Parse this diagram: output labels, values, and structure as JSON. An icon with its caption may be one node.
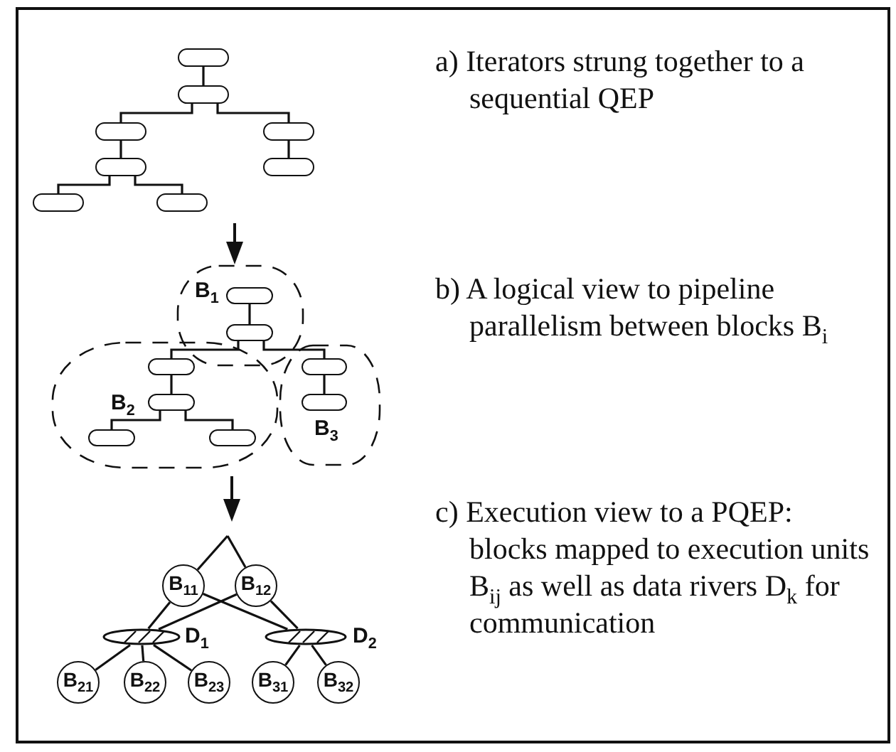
{
  "diagram": {
    "nodes": [
      {
        "text": [],
        "shape": "box"
      },
      {
        "text": [],
        "shape": "box"
      },
      {
        "text": [],
        "shape": "box"
      },
      {
        "text": [],
        "shape": "box"
      },
      {
        "text": [],
        "shape": "box"
      },
      {
        "text": [],
        "shape": "box"
      },
      {
        "text": [],
        "shape": "box"
      },
      {
        "text": [],
        "shape": "box"
      },
      {
        "text": [
          "B$_{1}$"
        ]
      },
      {
        "text": [],
        "shape": "box",
        "in": 8
      },
      {
        "text": [],
        "shape": "box",
        "in": 8
      },
      {
        "text": [
          "B$_{2}$"
        ]
      },
      {
        "text": [],
        "shape": "box",
        "in": 11
      },
      {
        "text": [],
        "shape": "box",
        "in": 11
      },
      {
        "text": [],
        "shape": "box",
        "in": 11
      },
      {
        "text": [],
        "shape": "box",
        "in": 11
      },
      {
        "text": [
          "B$_{3}$"
        ]
      },
      {
        "text": [],
        "shape": "box",
        "in": 16
      },
      {
        "text": [],
        "shape": "box",
        "in": 16
      },
      {
        "text": [
          "B$_{11}$"
        ]
      },
      {
        "text": [
          "B$_{12}$"
        ]
      },
      {
        "text": [],
        "shape": "ellipse",
        "beside": [
          "D$_{1}$"
        ]
      },
      {
        "text": [],
        "shape": "ellipse",
        "beside": [
          "D$_{2}$"
        ]
      },
      {
        "text": [
          "B$_{21}$"
        ]
      },
      {
        "text": [
          "B$_{22}$"
        ]
      },
      {
        "text": [
          "B$_{23}$"
        ]
      },
      {
        "text": [
          "B$_{31}$"
        ]
      },
      {
        "text": [
          "B$_{32}$"
        ]
      }
    ],
    "edges": [
      {
        "from": 0,
        "to": 1,
        "arrow": "none"
      },
      {
        "from": 1,
        "to": 2,
        "arrow": "none"
      },
      {
        "from": 1,
        "to": 3,
        "arrow": "none"
      },
      {
        "from": 2,
        "to": 4,
        "arrow": "none"
      },
      {
        "from": 3,
        "to": 5,
        "arrow": "none"
      },
      {
        "from": 4,
        "to": 6,
        "arrow": "none"
      },
      {
        "from": 4,
        "to": 7,
        "arrow": "none"
      },
      {
        "from": 9,
        "to": 10,
        "arrow": "none"
      },
      {
        "from": 10,
        "to": 12,
        "arrow": "none"
      },
      {
        "from": 10,
        "to": 17,
        "arrow": "none"
      },
      {
        "from": 12,
        "to": 13,
        "arrow": "none"
      },
      {
        "from": 17,
        "to": 18,
        "arrow": "none"
      },
      {
        "from": 13,
        "to": 14,
        "arrow": "none"
      },
      {
        "from": 13,
        "to": 15,
        "arrow": "none"
      },
      {
        "from": null,
        "to": 19,
        "arrow": "none"
      },
      {
        "from": null,
        "to": 20,
        "arrow": "none"
      },
      {
        "from": 19,
        "to": 21,
        "arrow": "none"
      },
      {
        "from": 19,
        "to": 22,
        "arrow": "none"
      },
      {
        "from": 20,
        "to": 21,
        "arrow": "none"
      },
      {
        "from": 20,
        "to": 22,
        "arrow": "none"
      },
      {
        "from": 21,
        "to": 23,
        "arrow": "none"
      },
      {
        "from": 21,
        "to": 24,
        "arrow": "none"
      },
      {
        "from": 21,
        "to": 25,
        "arrow": "none"
      },
      {
        "from": 22,
        "to": 26,
        "arrow": "none"
      },
      {
        "from": 22,
        "to": 27,
        "arrow": "none"
      }
    ],
    "labels": [
      "a) Iterators strung together to a sequential QEP",
      "b) A logical view to pipeline parallelism between blocks B$_{i}$",
      "c) Execution view to a PQEP: blocks mapped to execution units B$_{ij}$ as well as data rivers D$_{k}$ for communication"
    ]
  }
}
